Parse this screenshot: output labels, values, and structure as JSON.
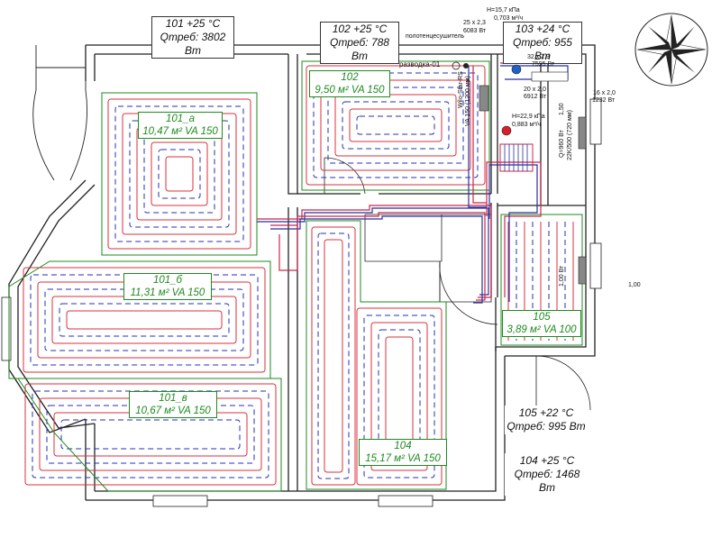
{
  "rooms": [
    {
      "line1": "101  +25 °C",
      "line2": "Qтреб: 3802 Вт"
    },
    {
      "line1": "102  +25 °C",
      "line2": "Qтреб: 788 Вт"
    },
    {
      "line1": "103  +24 °C",
      "line2": "Qтреб: 955 Вт"
    },
    {
      "line1": "105  +22 °C",
      "line2": "Qтреб: 995 Вт"
    },
    {
      "line1": "104  +25 °C",
      "line2": "Qтреб: 1468 Вт"
    }
  ],
  "zones": [
    {
      "name": "101_а",
      "spec": "10,47 м²  VA 150"
    },
    {
      "name": "101_б",
      "spec": "11,31 м²  VA 150"
    },
    {
      "name": "101_в",
      "spec": "10,67 м²  VA 150"
    },
    {
      "name": "102",
      "spec": "9,50 м²  VA 150"
    },
    {
      "name": "104",
      "spec": "15,17 м²  VA 150"
    },
    {
      "name": "105",
      "spec": "3,89 м²  VA 100"
    }
  ],
  "notes": {
    "towel_rail": "полотенцесушитель",
    "distribution": "разводка-01",
    "pipe_25": "25 x 2,3",
    "flow_6083": "6083 Вт",
    "head_15": "H=15,7 кПа",
    "flow_0703": "0,703 м³/ч",
    "pipe_32": "32 x 2,9",
    "w_7595": "7595 Вт",
    "pipe_20": "20 x 2,0",
    "w_6912": "6912 Вт",
    "pipe_16": "16 x 2,0",
    "w_1232": "1232 Вт",
    "head_22": "H=22,9 кПа",
    "flow_0883": "0,883 м³/ч",
    "dim_100": "1,00",
    "radiator_a": "1,50",
    "radiator_b": "22K/500 (720 мм)",
    "radiator_c": "Q=960 Вт",
    "radiator_d": "1,00 Вт",
    "pump_v": "Wilo-Star-RS",
    "mixer_v": "VA 150 (1200 мм)"
  }
}
